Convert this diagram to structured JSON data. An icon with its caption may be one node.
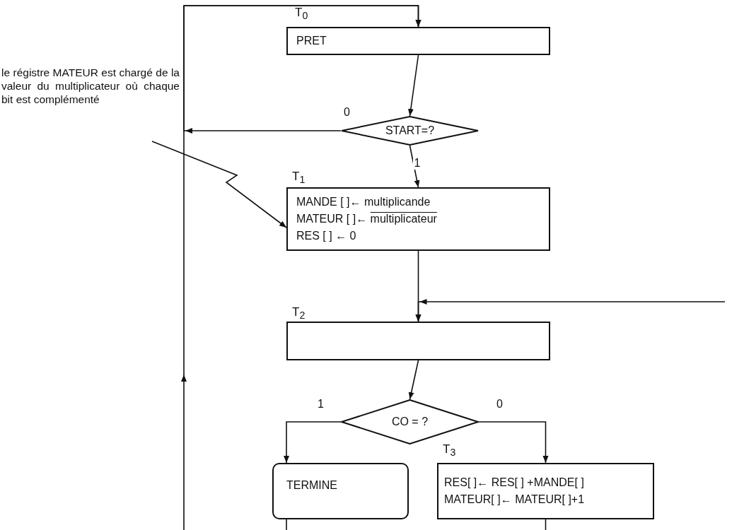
{
  "diagram": {
    "nodes": [
      {
        "text": [
          "PRET"
        ],
        "beside": [
          "T$_{0}$"
        ]
      },
      {
        "text": [
          "START=?"
        ]
      },
      {
        "text": [
          "MANDE [ ]← multiplicande",
          "MATEUR [ ]← multiplicateur",
          "RES [ ] ← 0"
        ],
        "beside": [
          "T$_{1}$"
        ]
      },
      {
        "text": [],
        "shape": "box",
        "beside": [
          "T$_{2}$"
        ]
      },
      {
        "text": [
          "CO = ?"
        ]
      },
      {
        "text": [
          "TERMINE"
        ]
      },
      {
        "text": [
          "RES[ ]← RES[ ] +MANDE[ ]",
          "MATEUR[ ]← MATEUR[ ]+1"
        ]
      },
      {
        "text": [
          "le régistre MATEUR est chargé de la valeur du multiplicateur où chaque bit est complémenté"
        ]
      }
    ],
    "edges": [
      {
        "from": null,
        "to": 0,
        "arrow": "to"
      },
      {
        "from": 1,
        "to": 0,
        "arrow": "to",
        "label": "0"
      },
      {
        "from": 0,
        "to": 1,
        "arrow": "to"
      },
      {
        "from": 1,
        "to": 2,
        "arrow": "to",
        "label": "1"
      },
      {
        "from": 7,
        "to": 2,
        "arrow": "to"
      },
      {
        "from": 2,
        "to": 3,
        "arrow": "to"
      },
      {
        "from": null,
        "to": 3,
        "arrow": "to"
      },
      {
        "from": 3,
        "to": 4,
        "arrow": "to"
      },
      {
        "from": 4,
        "to": 5,
        "arrow": "to",
        "label": "1"
      },
      {
        "from": 4,
        "to": 6,
        "arrow": "to",
        "label": "0"
      },
      {
        "from": 5,
        "to": null,
        "arrow": "none"
      },
      {
        "from": 6,
        "to": null,
        "arrow": "none"
      }
    ],
    "labels": [
      "T$_{3}$"
    ]
  }
}
